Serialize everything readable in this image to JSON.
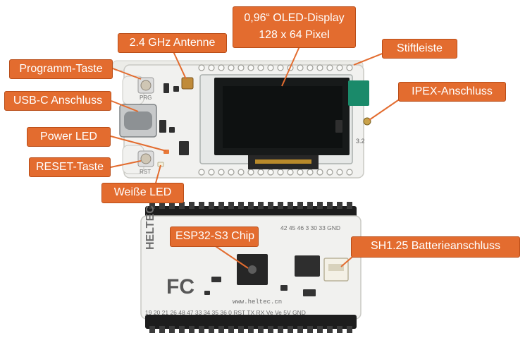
{
  "labels": {
    "oled_line1": "0,96“ OLED-Display",
    "oled_line2": "128 x 64 Pixel",
    "antenna": "2.4 GHz Antenne",
    "stiftleiste": "Stiftleiste",
    "program_button": "Programm-Taste",
    "usb_c": "USB-C Anschluss",
    "ipex": "IPEX-Anschluss",
    "power_led": "Power LED",
    "reset_button": "RESET-Taste",
    "white_led": "Weiße LED",
    "esp32_chip": "ESP32-S3 Chip",
    "battery": "SH1.25 Batterieanschluss"
  },
  "board_text": {
    "prg": "PRG",
    "rst": "RST",
    "ant_version": "3.2",
    "brand": "HELTEC",
    "website": "www.heltec.cn",
    "fcc": "FC",
    "pins_bottom": "19 20 21 26 48 47 33 34 35 36 0 RST TX RX Ve Ve 5V GND",
    "pins_top": "42 45 46 3 30 33 GND"
  },
  "colors": {
    "callout_fill": "#e36c2f",
    "callout_border": "#b94d18",
    "board": "#f1f1ef",
    "display_glass": "#171a1a",
    "ipex_green": "#1a8a6a"
  }
}
